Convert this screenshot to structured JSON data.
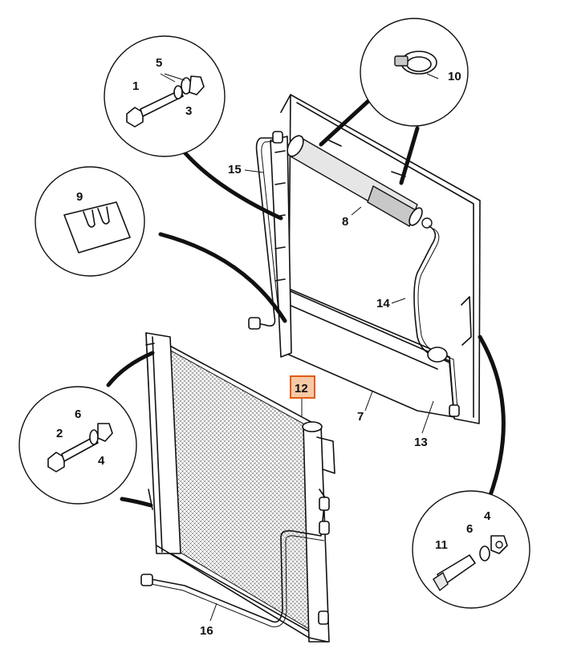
{
  "callouts": {
    "c1": "1",
    "c2": "2",
    "c3": "3",
    "c4a": "4",
    "c4b": "4",
    "c5": "5",
    "c6a": "6",
    "c6b": "6",
    "c7": "7",
    "c8": "8",
    "c9": "9",
    "c10": "10",
    "c11": "11",
    "c12": "12",
    "c13": "13",
    "c14": "14",
    "c15": "15",
    "c16": "16"
  },
  "highlight": {
    "selected_part": "12",
    "color": "#e25b12",
    "fill": "#f6c9a6"
  }
}
